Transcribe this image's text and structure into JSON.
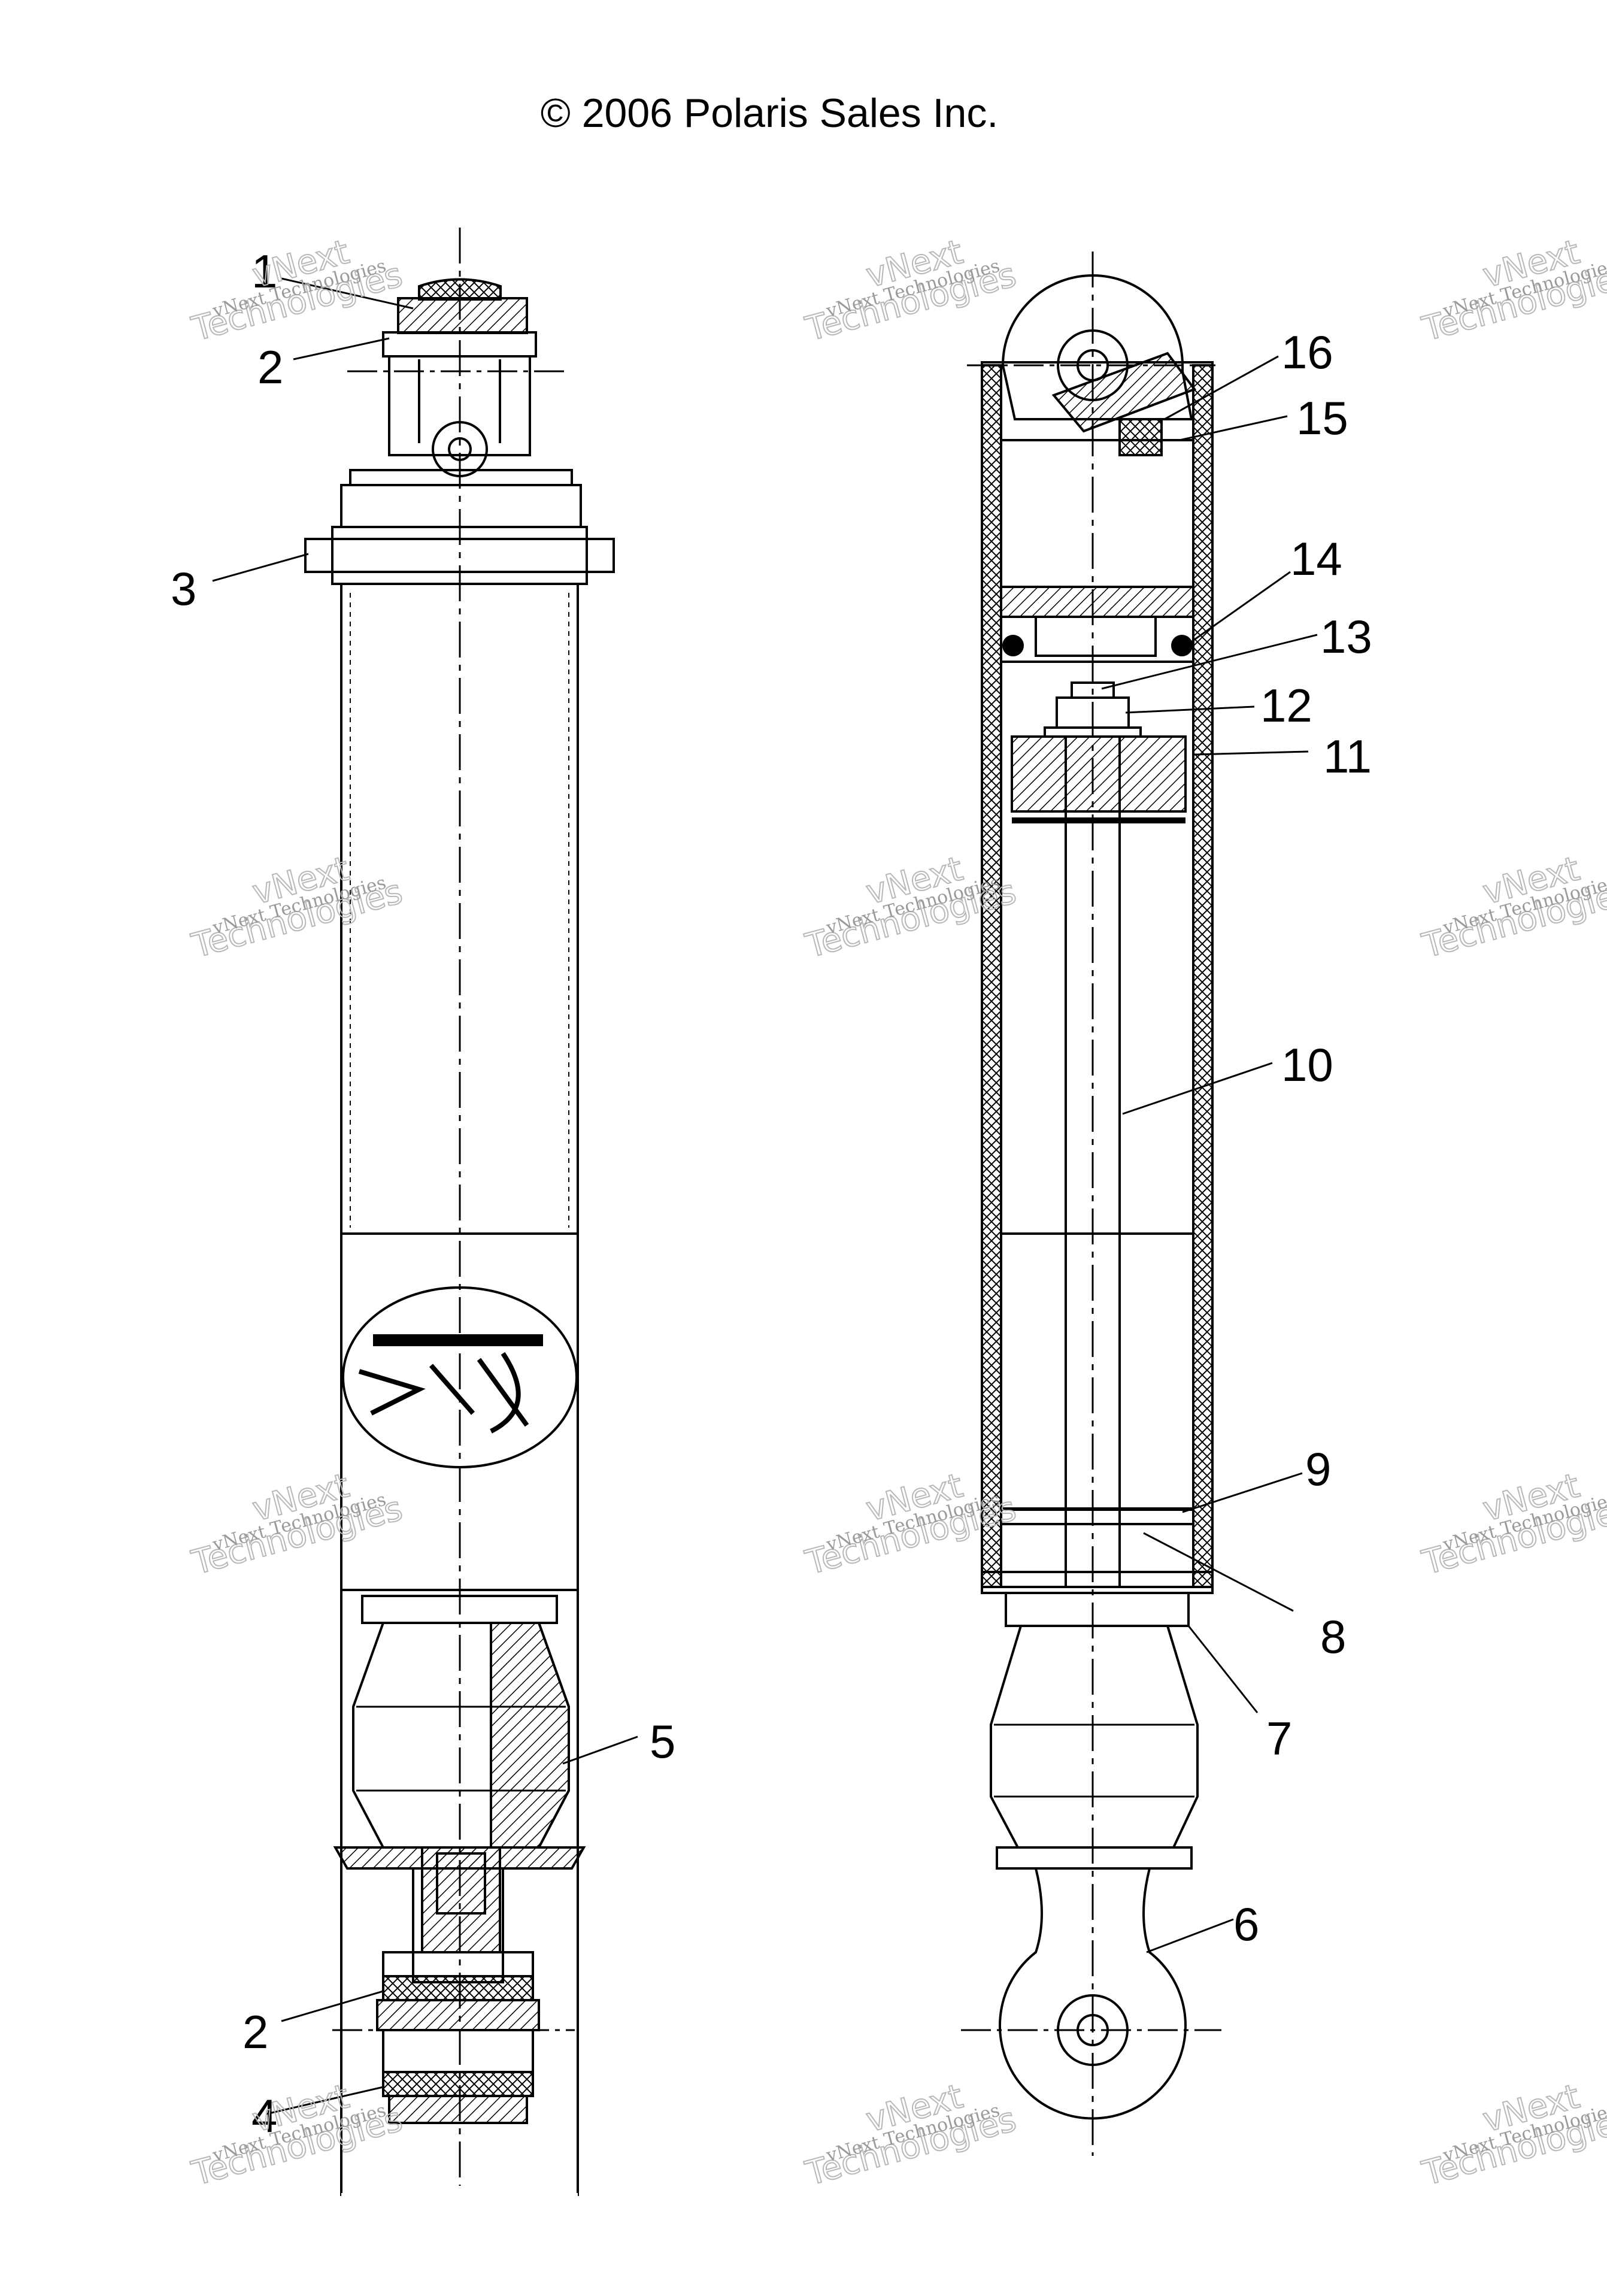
{
  "header": {
    "copyright": "© 2006 Polaris Sales Inc."
  },
  "watermark": {
    "line1": "vNext",
    "line2": "Technologies",
    "small": "vNext Technologies"
  },
  "callouts": {
    "left": [
      "1",
      "2",
      "3",
      "5",
      "2",
      "4"
    ],
    "right": [
      "16",
      "15",
      "14",
      "13",
      "12",
      "11",
      "10",
      "9",
      "8",
      "7",
      "6"
    ]
  },
  "colors": {
    "ink": "#000000",
    "watermark": "#b0b0b0",
    "background": "#ffffff"
  }
}
